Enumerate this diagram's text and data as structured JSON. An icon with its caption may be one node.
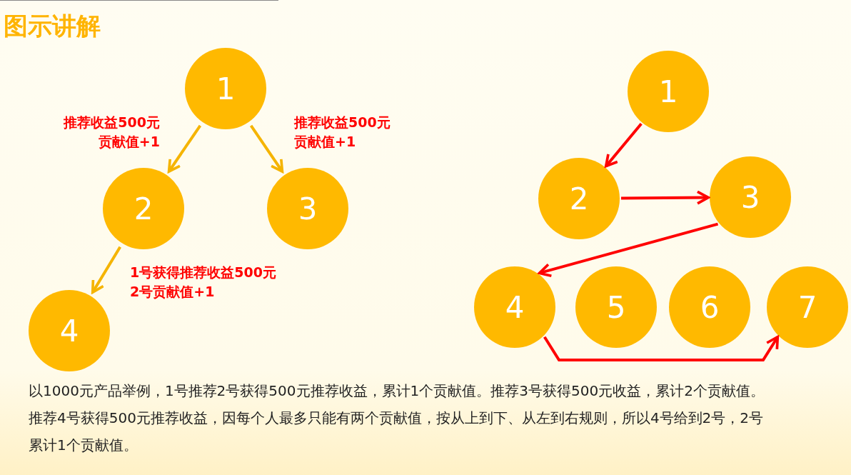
{
  "diagram": {
    "title": "图示讲解",
    "nodes": [
      {
        "text": [
          "1"
        ]
      },
      {
        "text": [
          "2"
        ]
      },
      {
        "text": [
          "3"
        ]
      },
      {
        "text": [
          "4"
        ]
      },
      {
        "text": [
          "1"
        ]
      },
      {
        "text": [
          "2"
        ]
      },
      {
        "text": [
          "3"
        ]
      },
      {
        "text": [
          "4"
        ]
      },
      {
        "text": [
          "5"
        ]
      },
      {
        "text": [
          "6"
        ]
      },
      {
        "text": [
          "7"
        ]
      }
    ],
    "edges": [
      {
        "from": 0,
        "to": 1,
        "arrow": "to",
        "color": "#f5b400",
        "label": "推荐收益500元贡献值+1"
      },
      {
        "from": 0,
        "to": 2,
        "arrow": "to",
        "color": "#f5b400",
        "label": "推荐收益500元贡献值+1"
      },
      {
        "from": 1,
        "to": 3,
        "arrow": "to",
        "color": "#f5b400",
        "label": "1号获得推荐收益500元2号贡献值+1"
      },
      {
        "from": 4,
        "to": 5,
        "arrow": "to"
      },
      {
        "from": 5,
        "to": 6,
        "arrow": "to"
      },
      {
        "from": 6,
        "to": 7,
        "arrow": "to"
      },
      {
        "from": 7,
        "to": 10,
        "arrow": "to"
      }
    ],
    "labels": [
      "以1000元产品举例，1号推荐2号获得500元推荐收益，累计1个贡献值。推荐3号获得500元收益，累计2个贡献值。推荐4号获得500元推荐收益，因每个人最多只能有两个贡献值，按从上到下、从左到右规则，所以4号给到2号，2号累计1个贡献值。"
    ]
  }
}
